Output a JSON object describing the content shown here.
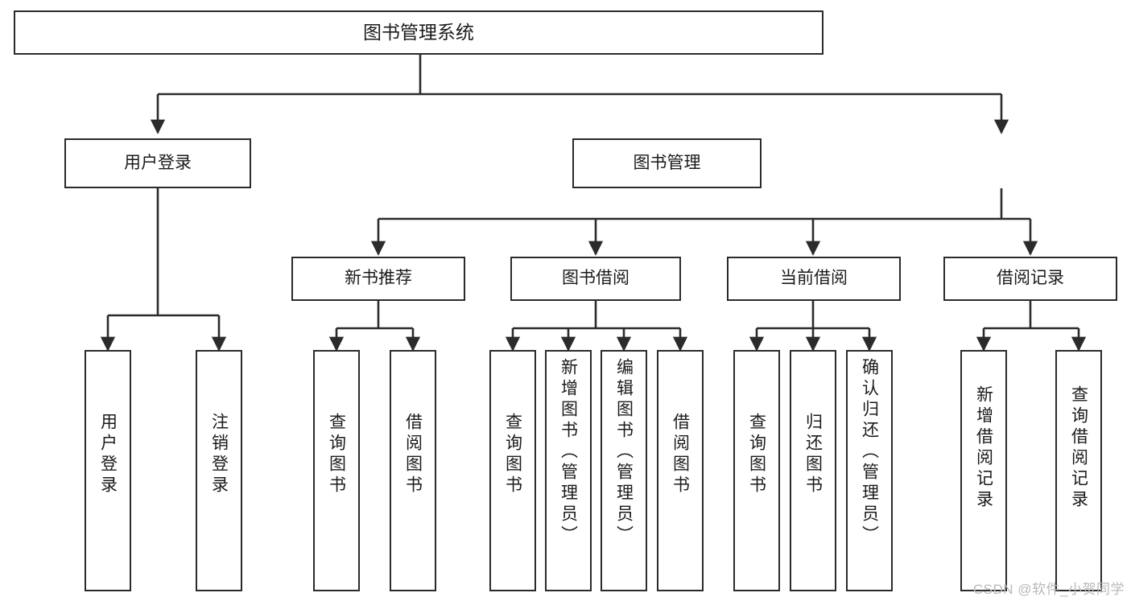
{
  "diagram": {
    "title": "图书管理系统",
    "type": "功能结构图",
    "watermark": "CSDN @软件_小贺同学",
    "colors": {
      "box_border": "#2b2b2b",
      "box_fill": "#ffffff",
      "connector": "#2b2b2b",
      "text": "#1b1b1b",
      "watermark": "#b9b9b9",
      "background": "#ffffff"
    }
  },
  "nodes": {
    "root": {
      "label": "图书管理系统"
    },
    "level1": [
      {
        "label": "用户登录"
      },
      {
        "label": "图书管理"
      }
    ],
    "level2": [
      {
        "label": "新书推荐"
      },
      {
        "label": "图书借阅"
      },
      {
        "label": "当前借阅"
      },
      {
        "label": "借阅记录"
      }
    ],
    "leaves": {
      "user_login": [
        {
          "label": "用户登录"
        },
        {
          "label": "注销登录"
        }
      ],
      "new_book": [
        {
          "label": "查询图书"
        },
        {
          "label": "借阅图书"
        }
      ],
      "book_borrow": [
        {
          "label": "查询图书"
        },
        {
          "label": "新增图书（管理员）"
        },
        {
          "label": "编辑图书（管理员）"
        },
        {
          "label": "借阅图书"
        }
      ],
      "current_borrow": [
        {
          "label": "查询图书"
        },
        {
          "label": "归还图书"
        },
        {
          "label": "确认归还（管理员）"
        }
      ],
      "borrow_record": [
        {
          "label": "新增借阅记录"
        },
        {
          "label": "查询借阅记录"
        }
      ]
    }
  },
  "hierarchy": {
    "图书管理系统": {
      "用户登录": [
        "用户登录",
        "注销登录"
      ],
      "图书管理": {
        "新书推荐": [
          "查询图书",
          "借阅图书"
        ],
        "图书借阅": [
          "查询图书",
          "新增图书（管理员）",
          "编辑图书（管理员）",
          "借阅图书"
        ],
        "当前借阅": [
          "查询图书",
          "归还图书",
          "确认归还（管理员）"
        ],
        "借阅记录": [
          "新增借阅记录",
          "查询借阅记录"
        ]
      }
    }
  }
}
